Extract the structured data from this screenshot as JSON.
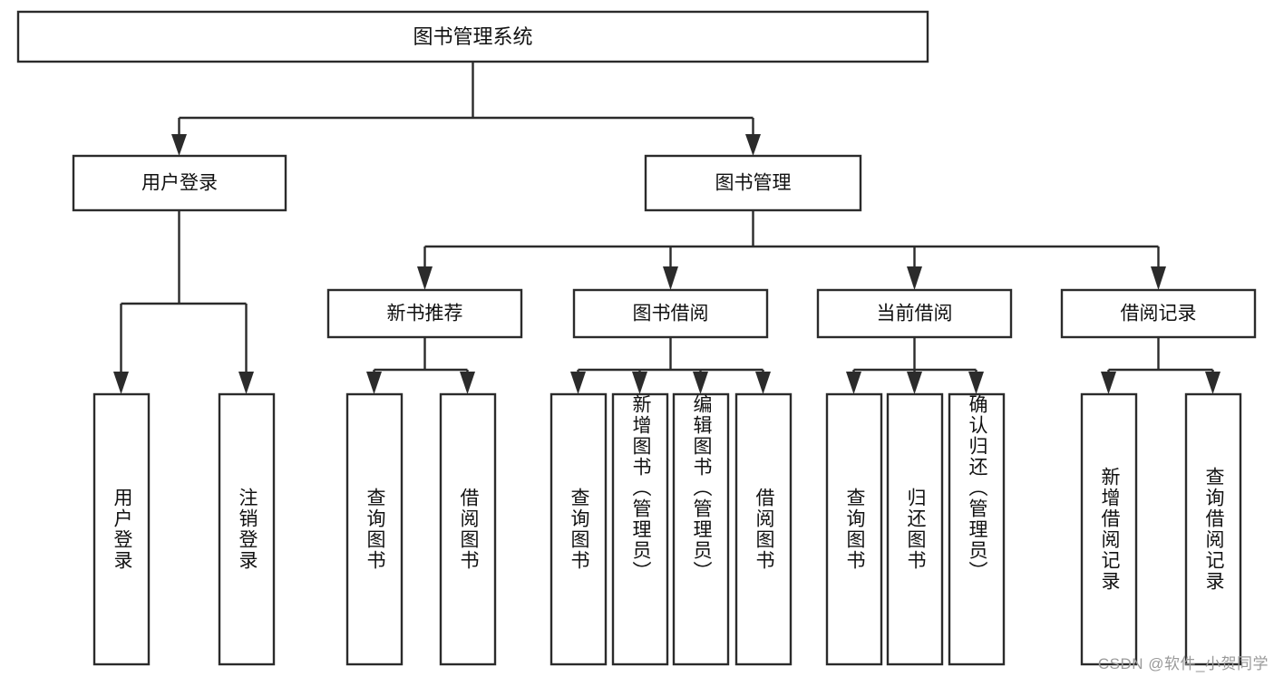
{
  "diagram": {
    "title": "图书管理系统",
    "watermark": "CSDN @软件_小贺同学",
    "type": "hierarchy-tree",
    "colors": {
      "stroke": "#2b2b2b",
      "fill": "#ffffff",
      "text": "#111111",
      "watermark": "#9a9a9a"
    },
    "root": {
      "label": "图书管理系统"
    },
    "level2": [
      {
        "label": "用户登录"
      },
      {
        "label": "图书管理"
      }
    ],
    "level3": [
      {
        "label": "新书推荐"
      },
      {
        "label": "图书借阅"
      },
      {
        "label": "当前借阅"
      },
      {
        "label": "借阅记录"
      }
    ],
    "leaves": {
      "user_login": [
        {
          "label": "用户登录"
        },
        {
          "label": "注销登录"
        }
      ],
      "new_book_recommend": [
        {
          "label": "查询图书"
        },
        {
          "label": "借阅图书"
        }
      ],
      "book_borrow": [
        {
          "label": "查询图书"
        },
        {
          "label": "新增图书（管理员）"
        },
        {
          "label": "编辑图书（管理员）"
        },
        {
          "label": "借阅图书"
        }
      ],
      "current_borrow": [
        {
          "label": "查询图书"
        },
        {
          "label": "归还图书"
        },
        {
          "label": "确认归还（管理员）"
        }
      ],
      "borrow_record": [
        {
          "label": "新增借阅记录"
        },
        {
          "label": "查询借阅记录"
        }
      ]
    }
  }
}
